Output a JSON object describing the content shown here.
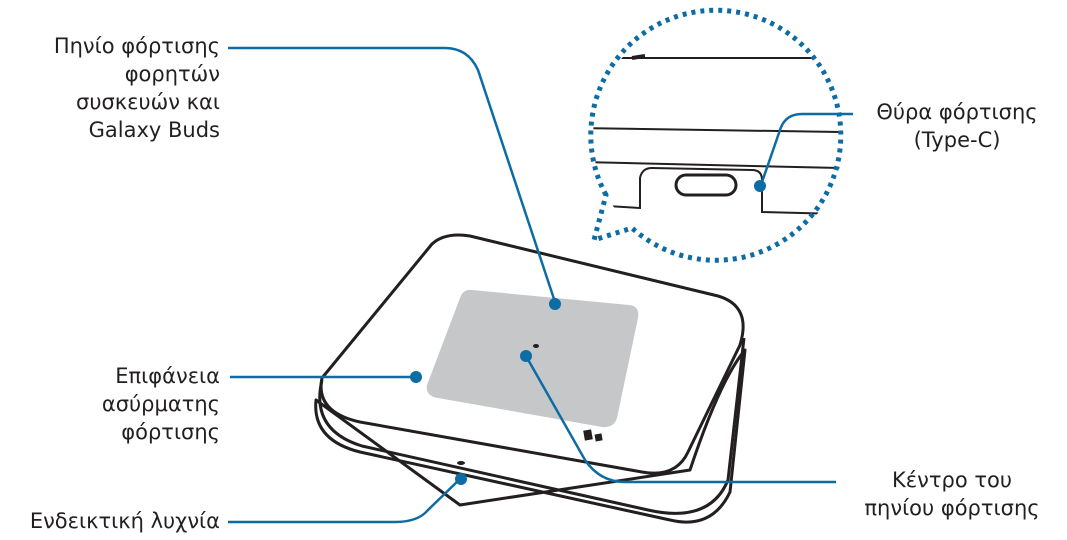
{
  "labels": {
    "charging_pad": [
      "Πηνίο φόρτισης",
      "φορητών",
      "συσκευών και",
      "Galaxy Buds"
    ],
    "charging_port": [
      "Θύρα φόρτισης",
      "(Type-C)"
    ],
    "wireless_surface": [
      "Επιφάνεια",
      "ασύρματης",
      "φόρτισης"
    ],
    "indicator_light": [
      "Ενδεικτική λυχνία"
    ],
    "coil_center": [
      "Κέντρο του",
      "πηνίου φόρτισης"
    ]
  },
  "colors": {
    "callout": "#0d6ca3",
    "outline": "#231f20",
    "coil_area": "#c6c7c9",
    "text": "#231f20"
  }
}
